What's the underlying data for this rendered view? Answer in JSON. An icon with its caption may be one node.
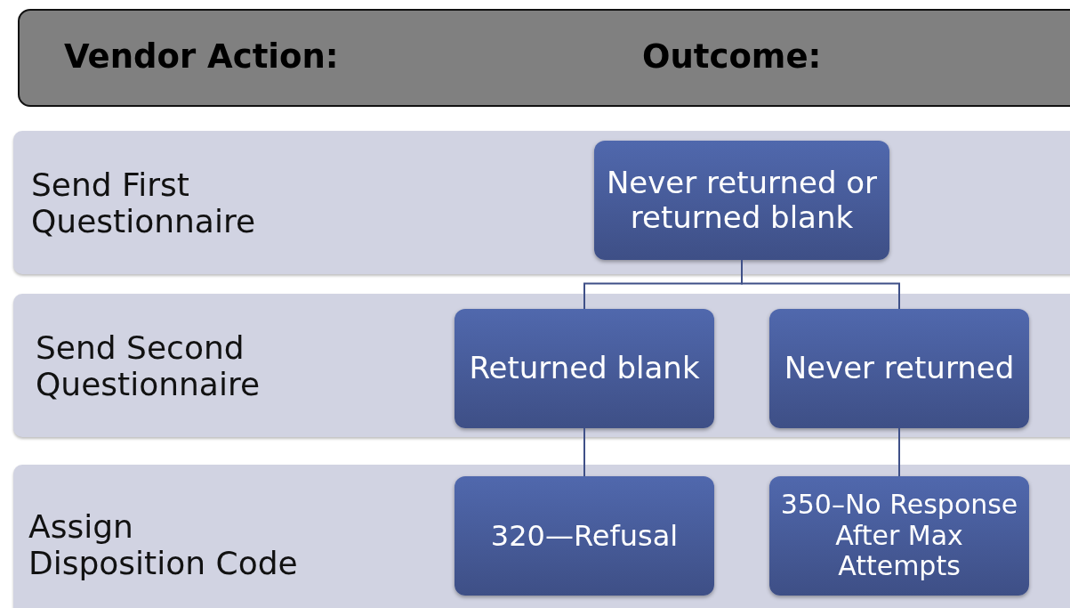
{
  "diagram": {
    "nodes": [
      {
        "text": [
          "Vendor Action:",
          "Outcome:"
        ]
      },
      {
        "text": [
          "Send First Questionnaire"
        ]
      },
      {
        "text": [
          "Never returned or returned blank"
        ],
        "in": 1
      },
      {
        "text": [
          "Send Second Questionnaire"
        ]
      },
      {
        "text": [
          "Returned blank"
        ],
        "in": 3
      },
      {
        "text": [
          "Never returned"
        ],
        "in": 3
      },
      {
        "text": [
          "Assign Disposition Code"
        ]
      },
      {
        "text": [
          "320—Refusal"
        ],
        "in": 6
      },
      {
        "text": [
          "350–No Response After Max Attempts"
        ],
        "in": 6
      }
    ],
    "edges": [
      {
        "from": 2,
        "to": 4,
        "arrow": "none"
      },
      {
        "from": 2,
        "to": 5,
        "arrow": "none"
      },
      {
        "from": 4,
        "to": 7,
        "arrow": "none"
      },
      {
        "from": 5,
        "to": 8,
        "arrow": "none"
      }
    ]
  }
}
